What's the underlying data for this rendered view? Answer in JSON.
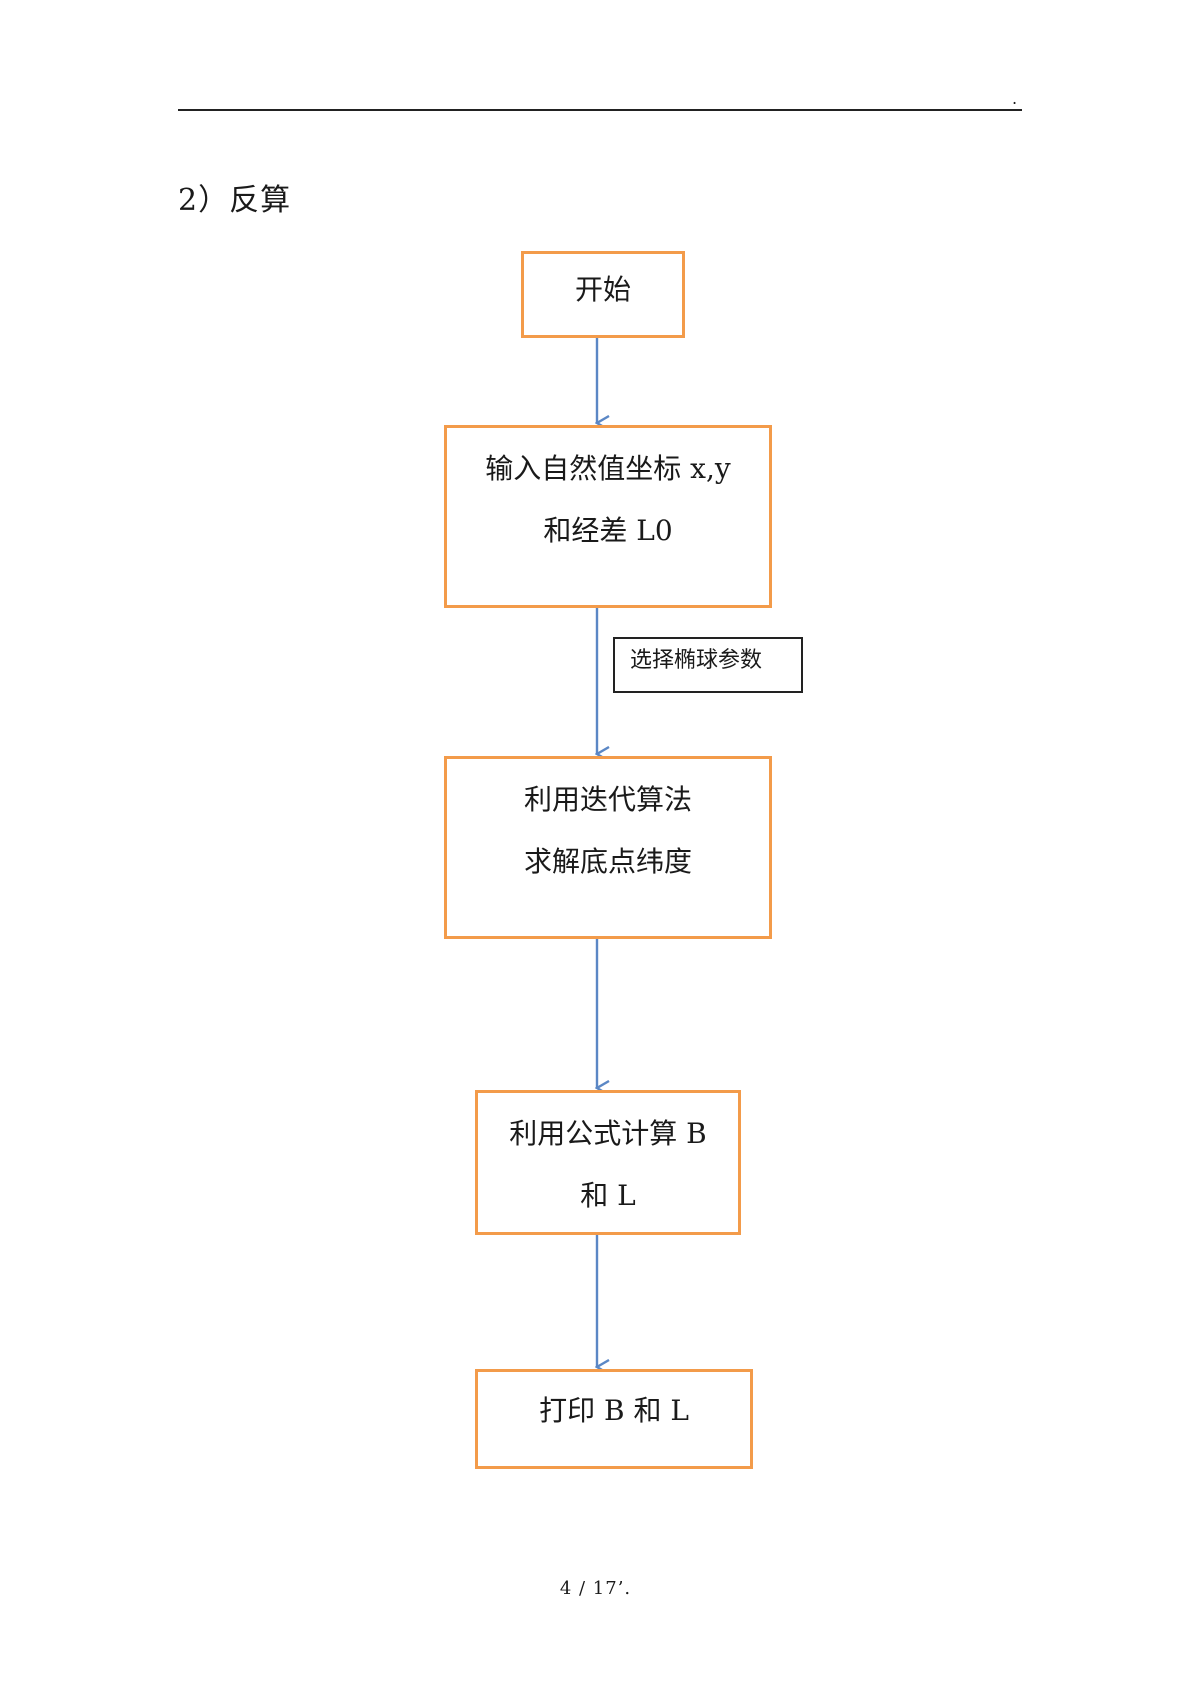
{
  "header": {
    "mark": "."
  },
  "section": {
    "heading": "2）反算"
  },
  "flowchart": {
    "start": "开始",
    "input": [
      "输入自然值坐标 x,y",
      "和经差 L0"
    ],
    "note": "选择椭球参数",
    "iterate": [
      "利用迭代算法",
      "求解底点纬度"
    ],
    "compute": [
      "利用公式计算 B",
      "和 L"
    ],
    "print": "打印 B 和 L"
  },
  "footer": {
    "page_label": "4 / 17’."
  },
  "colors": {
    "box_border": "#f39b4a",
    "arrow": "#5b87c5",
    "note_border": "#222222"
  }
}
